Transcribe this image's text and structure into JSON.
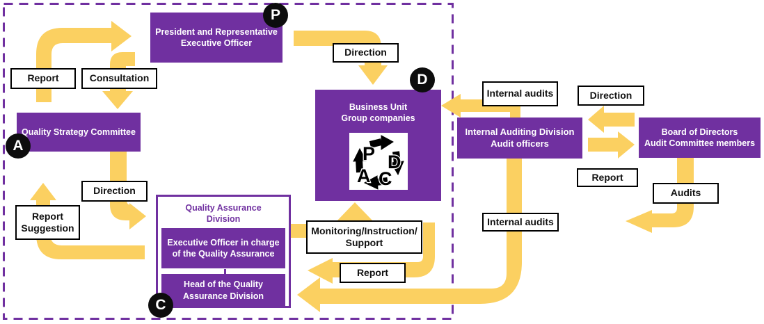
{
  "diagram": {
    "colors": {
      "node_purple": "#7030A0",
      "arrow_yellow": "#FBD061",
      "badge_black": "#0D0D0D",
      "label_border": "#000000"
    },
    "badges": {
      "p": "P",
      "d": "D",
      "c": "C",
      "a": "A"
    },
    "pdca": {
      "p": "P",
      "d": "D",
      "c": "C",
      "a": "A"
    },
    "nodes": {
      "president": {
        "line1": "President and Representative",
        "line2": "Executive Officer"
      },
      "quality_strategy_committee": {
        "label": "Quality Strategy Committee"
      },
      "business_unit": {
        "line1": "Business Unit",
        "line2": "Group companies"
      },
      "qa_division": {
        "title_line1": "Quality Assurance",
        "title_line2": "Division",
        "executive_officer_line1": "Executive Officer in charge",
        "executive_officer_line2": "of  the Quality Assurance",
        "head_line1": "Head of the Quality",
        "head_line2": "Assurance Division"
      },
      "internal_auditing_division": {
        "line1": "Internal Auditing Division",
        "line2": "Audit officers"
      },
      "board_of_directors": {
        "line1": "Board of Directors",
        "line2": "Audit Committee members"
      }
    },
    "labels": {
      "report_top": "Report",
      "consultation": "Consultation",
      "direction_top": "Direction",
      "direction_left": "Direction",
      "report_suggestion_line1": "Report",
      "report_suggestion_line2": "Suggestion",
      "monitoring_line1": "Monitoring/Instruction/",
      "monitoring_line2": "Support",
      "report_mid": "Report",
      "internal_audits_top": "Internal audits",
      "direction_right": "Direction",
      "report_right": "Report",
      "audits": "Audits",
      "internal_audits_bottom": "Internal audits"
    }
  }
}
